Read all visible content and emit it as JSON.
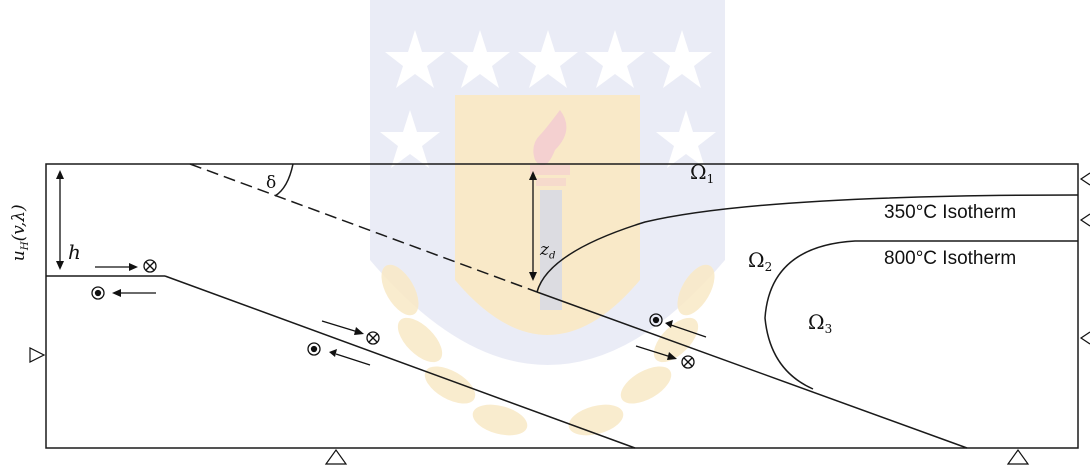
{
  "diagram": {
    "labels": {
      "left_boundary": "u",
      "left_boundary_sub": "H",
      "left_boundary_args": "(v,λ)",
      "thickness": "h",
      "dip": "δ",
      "depth": "z",
      "depth_sub": "d",
      "omega": "Ω",
      "omega1_sub": "1",
      "omega2_sub": "2",
      "omega3_sub": "3",
      "isotherm_350": "350°C Isotherm",
      "isotherm_800": "800°C Isotherm"
    },
    "watermark": {
      "description": "university seal (stars, torch, laurel)",
      "colors": {
        "blue": "#c9cfe8",
        "gold": "#f8e6bf",
        "flame": "#f3c8c8"
      }
    },
    "colors": {
      "line": "#1a1a1a",
      "background": "#ffffff"
    }
  }
}
